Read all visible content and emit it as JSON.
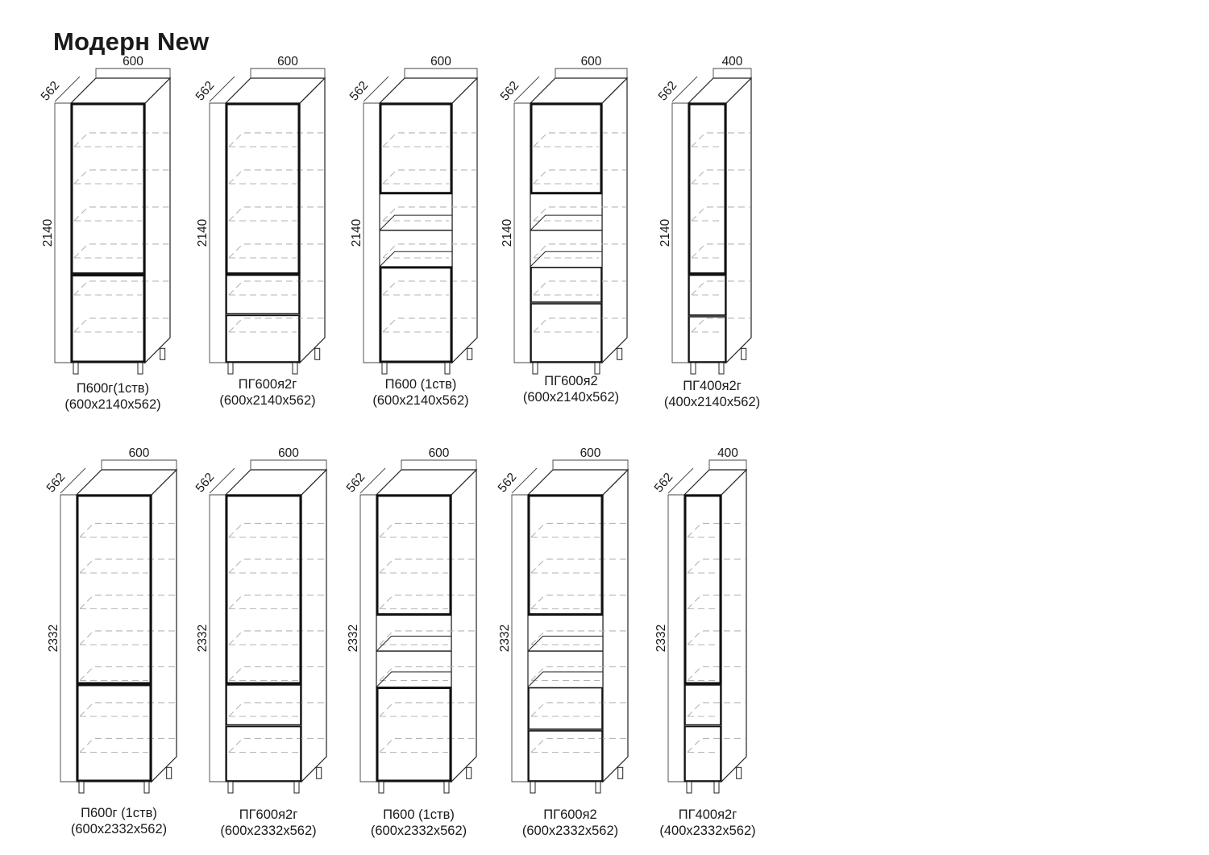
{
  "title": "Модерн New",
  "rows": [
    {
      "height_label": "2140",
      "cabinets": [
        {
          "width_label": "600",
          "depth_label": "562",
          "name": "П600г(1ств)",
          "dims": "(600x2140x562)",
          "panels": [
            {
              "kind": "glass-door",
              "frac": 0.66
            },
            {
              "kind": "door",
              "frac": 0.34
            }
          ]
        },
        {
          "width_label": "600",
          "depth_label": "562",
          "name": "ПГ600я2г",
          "dims": "(600x2140x562)",
          "panels": [
            {
              "kind": "glass-door",
              "frac": 0.66
            },
            {
              "kind": "drawer",
              "frac": 0.155
            },
            {
              "kind": "drawer",
              "frac": 0.185
            }
          ]
        },
        {
          "width_label": "600",
          "depth_label": "562",
          "name": "П600 (1ств)",
          "dims": "(600x2140x562)",
          "panels": [
            {
              "kind": "glass-door",
              "frac": 0.35
            },
            {
              "kind": "niche",
              "frac": 0.28
            },
            {
              "kind": "door",
              "frac": 0.37
            }
          ]
        },
        {
          "width_label": "600",
          "depth_label": "562",
          "name": "ПГ600я2",
          "dims": "(600x2140x562)",
          "panels": [
            {
              "kind": "glass-door",
              "frac": 0.35
            },
            {
              "kind": "niche",
              "frac": 0.28
            },
            {
              "kind": "drawer",
              "frac": 0.14
            },
            {
              "kind": "drawer",
              "frac": 0.23
            }
          ]
        },
        {
          "width_label": "400",
          "depth_label": "562",
          "name": "ПГ400я2г",
          "dims": "(400x2140x562)",
          "panels": [
            {
              "kind": "glass-door",
              "frac": 0.66
            },
            {
              "kind": "drawer",
              "frac": 0.16
            },
            {
              "kind": "drawer",
              "frac": 0.18
            }
          ]
        }
      ]
    },
    {
      "height_label": "2332",
      "cabinets": [
        {
          "width_label": "600",
          "depth_label": "562",
          "name": "П600г (1ств)",
          "dims": "(600x2332x562)",
          "panels": [
            {
              "kind": "glass-door",
              "frac": 0.66
            },
            {
              "kind": "door",
              "frac": 0.34
            }
          ]
        },
        {
          "width_label": "600",
          "depth_label": "562",
          "name": "ПГ600я2г",
          "dims": "(600x2332x562)",
          "panels": [
            {
              "kind": "glass-door",
              "frac": 0.66
            },
            {
              "kind": "drawer",
              "frac": 0.145
            },
            {
              "kind": "drawer",
              "frac": 0.195
            }
          ]
        },
        {
          "width_label": "600",
          "depth_label": "562",
          "name": "П600 (1ств)",
          "dims": "(600x2332x562)",
          "panels": [
            {
              "kind": "glass-door",
              "frac": 0.42
            },
            {
              "kind": "niche",
              "frac": 0.25
            },
            {
              "kind": "door",
              "frac": 0.33
            }
          ]
        },
        {
          "width_label": "600",
          "depth_label": "562",
          "name": "ПГ600я2",
          "dims": "(600x2332x562)",
          "panels": [
            {
              "kind": "glass-door",
              "frac": 0.42
            },
            {
              "kind": "niche",
              "frac": 0.25
            },
            {
              "kind": "drawer",
              "frac": 0.15
            },
            {
              "kind": "drawer",
              "frac": 0.18
            }
          ]
        },
        {
          "width_label": "400",
          "depth_label": "562",
          "name": "ПГ400я2г",
          "dims": "(400x2332x562)",
          "panels": [
            {
              "kind": "glass-door",
              "frac": 0.66
            },
            {
              "kind": "drawer",
              "frac": 0.145
            },
            {
              "kind": "drawer",
              "frac": 0.195
            }
          ]
        }
      ]
    }
  ]
}
